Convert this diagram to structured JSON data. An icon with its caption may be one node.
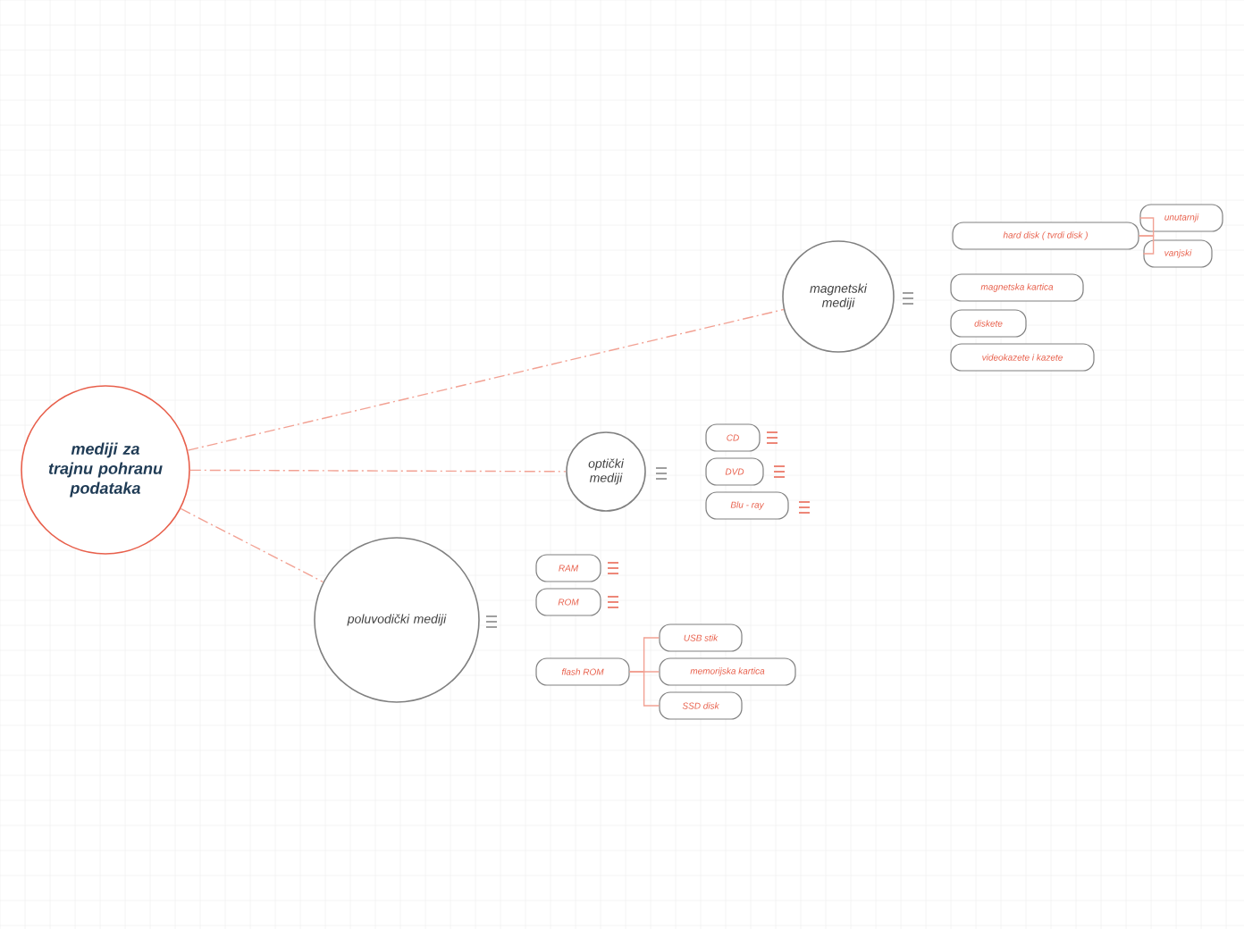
{
  "diagram": {
    "nodes": [
      {
        "text": [
          "mediji za trajnu pohranu podataka"
        ]
      },
      {
        "text": [
          "magnetski mediji"
        ]
      },
      {
        "text": [
          "optički mediji"
        ]
      },
      {
        "text": [
          "poluvodički mediji"
        ]
      },
      {
        "text": [
          "hard disk ( tvrdi disk )"
        ]
      },
      {
        "text": [
          "unutarnji"
        ]
      },
      {
        "text": [
          "vanjski"
        ]
      },
      {
        "text": [
          "magnetska kartica"
        ]
      },
      {
        "text": [
          "diskete"
        ]
      },
      {
        "text": [
          "videokazete i kazete"
        ]
      },
      {
        "text": [
          "CD"
        ]
      },
      {
        "text": [
          "DVD"
        ]
      },
      {
        "text": [
          "Blu - ray"
        ]
      },
      {
        "text": [
          "RAM"
        ]
      },
      {
        "text": [
          "ROM"
        ]
      },
      {
        "text": [
          "flash ROM"
        ]
      },
      {
        "text": [
          "USB stik"
        ]
      },
      {
        "text": [
          "memorijska kartica"
        ]
      },
      {
        "text": [
          "SSD disk"
        ]
      }
    ],
    "edges": [
      {
        "from": 0,
        "to": 1,
        "arrow": "none",
        "style": "dashed"
      },
      {
        "from": 0,
        "to": 2,
        "arrow": "none",
        "style": "dashed"
      },
      {
        "from": 0,
        "to": 3,
        "arrow": "none",
        "style": "dashed"
      },
      {
        "from": 4,
        "to": 5,
        "arrow": "none"
      },
      {
        "from": 4,
        "to": 6,
        "arrow": "none"
      },
      {
        "from": 15,
        "to": 16,
        "arrow": "none"
      },
      {
        "from": 15,
        "to": 17,
        "arrow": "none"
      },
      {
        "from": 15,
        "to": 18,
        "arrow": "none"
      }
    ]
  }
}
